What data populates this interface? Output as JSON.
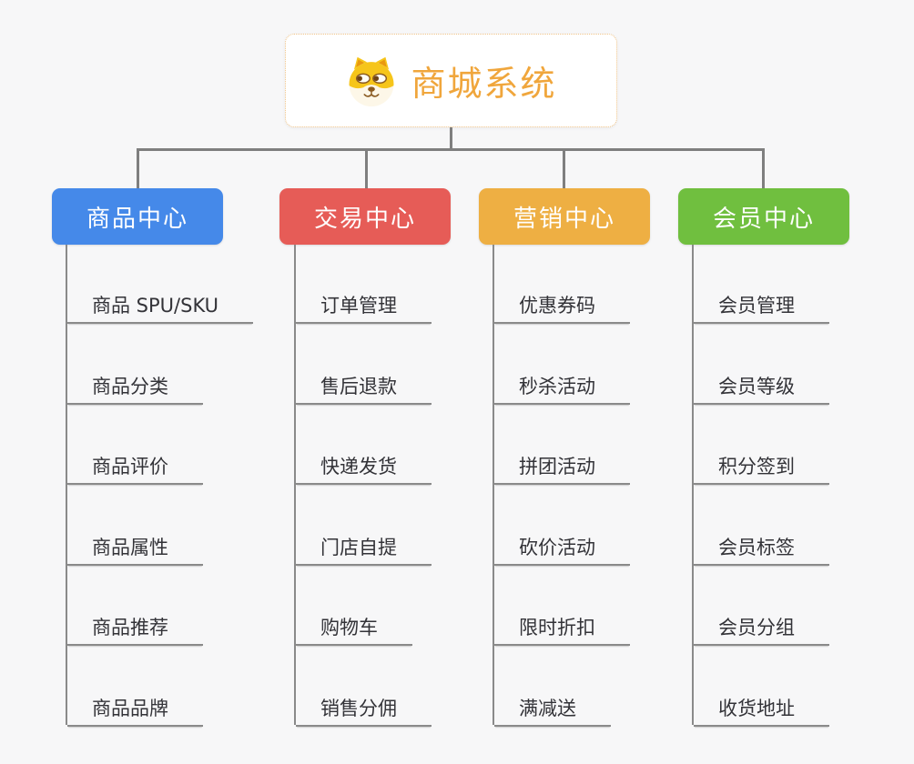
{
  "background_color": "#f7f7f8",
  "connector_color": "#7f7f7f",
  "underline_color": "#8a8a8a",
  "root": {
    "title": "商城系统",
    "icon": "dog-face-icon",
    "title_color": "#f0a63c",
    "border_color": "#f0c386"
  },
  "branches": [
    {
      "label": "商品中心",
      "color": "#4589e9",
      "items": [
        "商品 SPU/SKU",
        "商品分类",
        "商品评价",
        "商品属性",
        "商品推荐",
        "商品品牌"
      ]
    },
    {
      "label": "交易中心",
      "color": "#e65c57",
      "items": [
        "订单管理",
        "售后退款",
        "快递发货",
        "门店自提",
        "购物车",
        "销售分佣"
      ]
    },
    {
      "label": "营销中心",
      "color": "#eeaf43",
      "items": [
        "优惠券码",
        "秒杀活动",
        "拼团活动",
        "砍价活动",
        "限时折扣",
        "满减送"
      ]
    },
    {
      "label": "会员中心",
      "color": "#70bf3f",
      "items": [
        "会员管理",
        "会员等级",
        "积分签到",
        "会员标签",
        "会员分组",
        "收货地址"
      ]
    }
  ]
}
